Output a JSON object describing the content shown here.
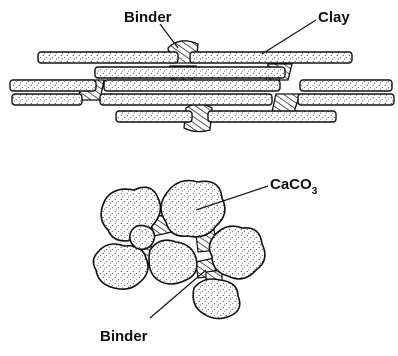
{
  "colors": {
    "ink": "#111111",
    "paper": "#ffffff"
  },
  "top_diagram": {
    "label_binder": "Binder",
    "label_clay": "Clay"
  },
  "bottom_diagram": {
    "label_caco3_main": "CaCO",
    "label_caco3_sub": "3",
    "label_binder": "Binder"
  }
}
